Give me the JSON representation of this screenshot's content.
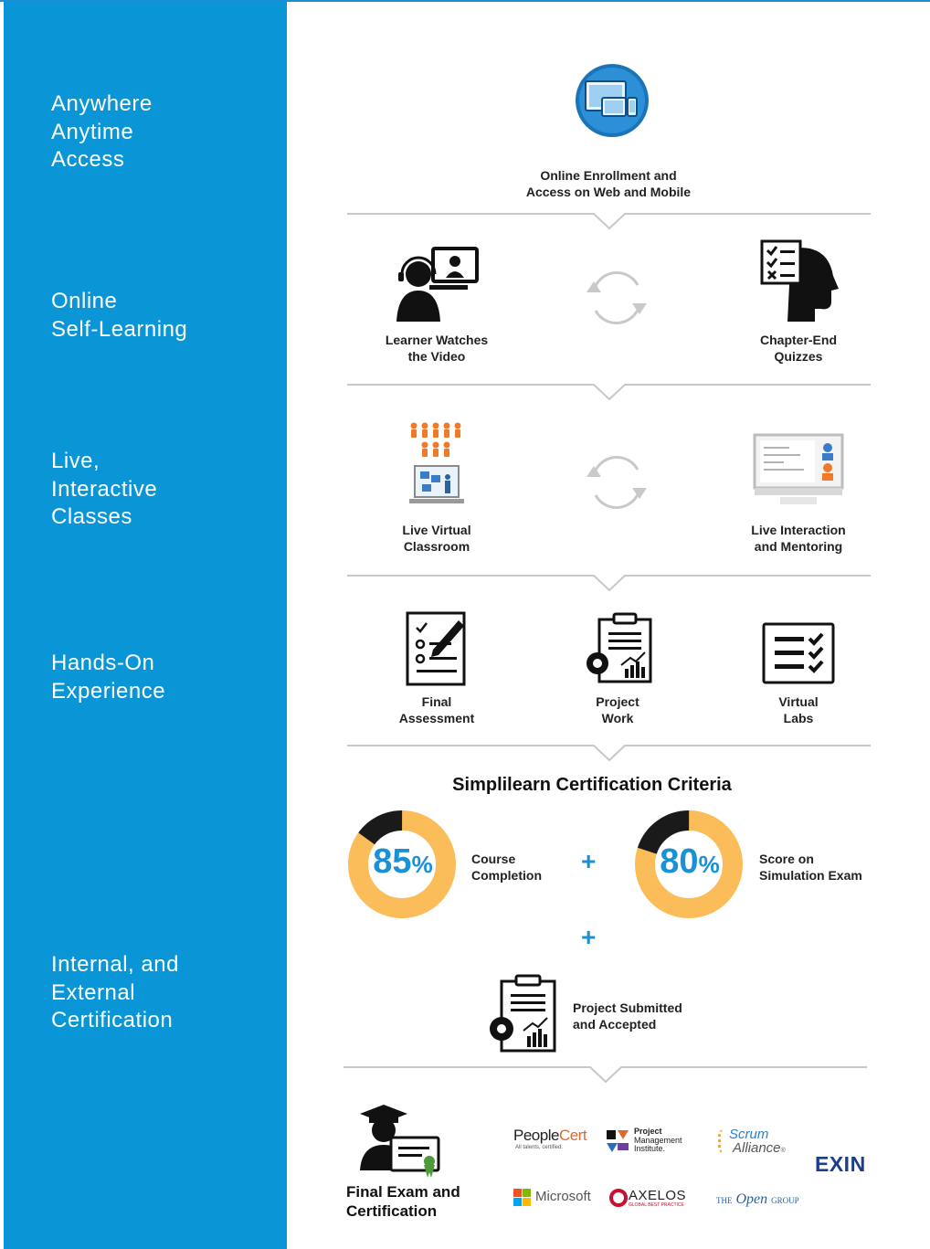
{
  "sidebar": {
    "sections": [
      {
        "lines": [
          "Anywhere",
          "Anytime",
          "Access"
        ]
      },
      {
        "lines": [
          "Online",
          "Self-Learning"
        ]
      },
      {
        "lines": [
          "Live,",
          "Interactive",
          "Classes"
        ]
      },
      {
        "lines": [
          "Hands-On",
          "Experience"
        ]
      },
      {
        "lines": [
          "Internal, and",
          "External",
          "Certification"
        ]
      }
    ]
  },
  "access": {
    "label_1": "Online Enrollment and",
    "label_2": "Access on Web and Mobile"
  },
  "self_learning": {
    "left_1": "Learner Watches",
    "left_2": "the Video",
    "right_1": "Chapter-End",
    "right_2": "Quizzes"
  },
  "live": {
    "left_1": "Live Virtual",
    "left_2": "Classroom",
    "right_1": "Live Interaction",
    "right_2": "and Mentoring"
  },
  "hands_on": {
    "a_1": "Final",
    "a_2": "Assessment",
    "b_1": "Project",
    "b_2": "Work",
    "c_1": "Virtual",
    "c_2": "Labs"
  },
  "criteria": {
    "title": "Simplilearn Certification Criteria",
    "course": {
      "value": "85",
      "unit": "%",
      "fraction": 0.85,
      "label_1": "Course",
      "label_2": "Completion"
    },
    "exam": {
      "value": "80",
      "unit": "%",
      "fraction": 0.8,
      "label_1": "Score on",
      "label_2": "Simulation Exam"
    },
    "plus": "+",
    "project_1": "Project Submitted",
    "project_2": "and Accepted"
  },
  "final": {
    "label_1": "Final Exam and",
    "label_2": "Certification"
  },
  "logos": {
    "peoplecert_a": "People",
    "peoplecert_b": "Cert",
    "peoplecert_tag": "All talents, certified.",
    "pmi_1": "Project",
    "pmi_2": "Management",
    "pmi_3": "Institute.",
    "scrum_1": "Scrum",
    "scrum_2": "Alliance",
    "exin": "EXIN",
    "microsoft": "Microsoft",
    "axelos": "AXELOS",
    "axelos_tag": "GLOBAL BEST PRACTICE",
    "opengroup_a": "THE",
    "opengroup_b": "Open",
    "opengroup_c": "GROUP"
  },
  "colors": {
    "sidebar": "#0a96d6",
    "accent": "#1991d4",
    "ring": "#fbbd59",
    "ring_dark": "#1a1a1a"
  }
}
